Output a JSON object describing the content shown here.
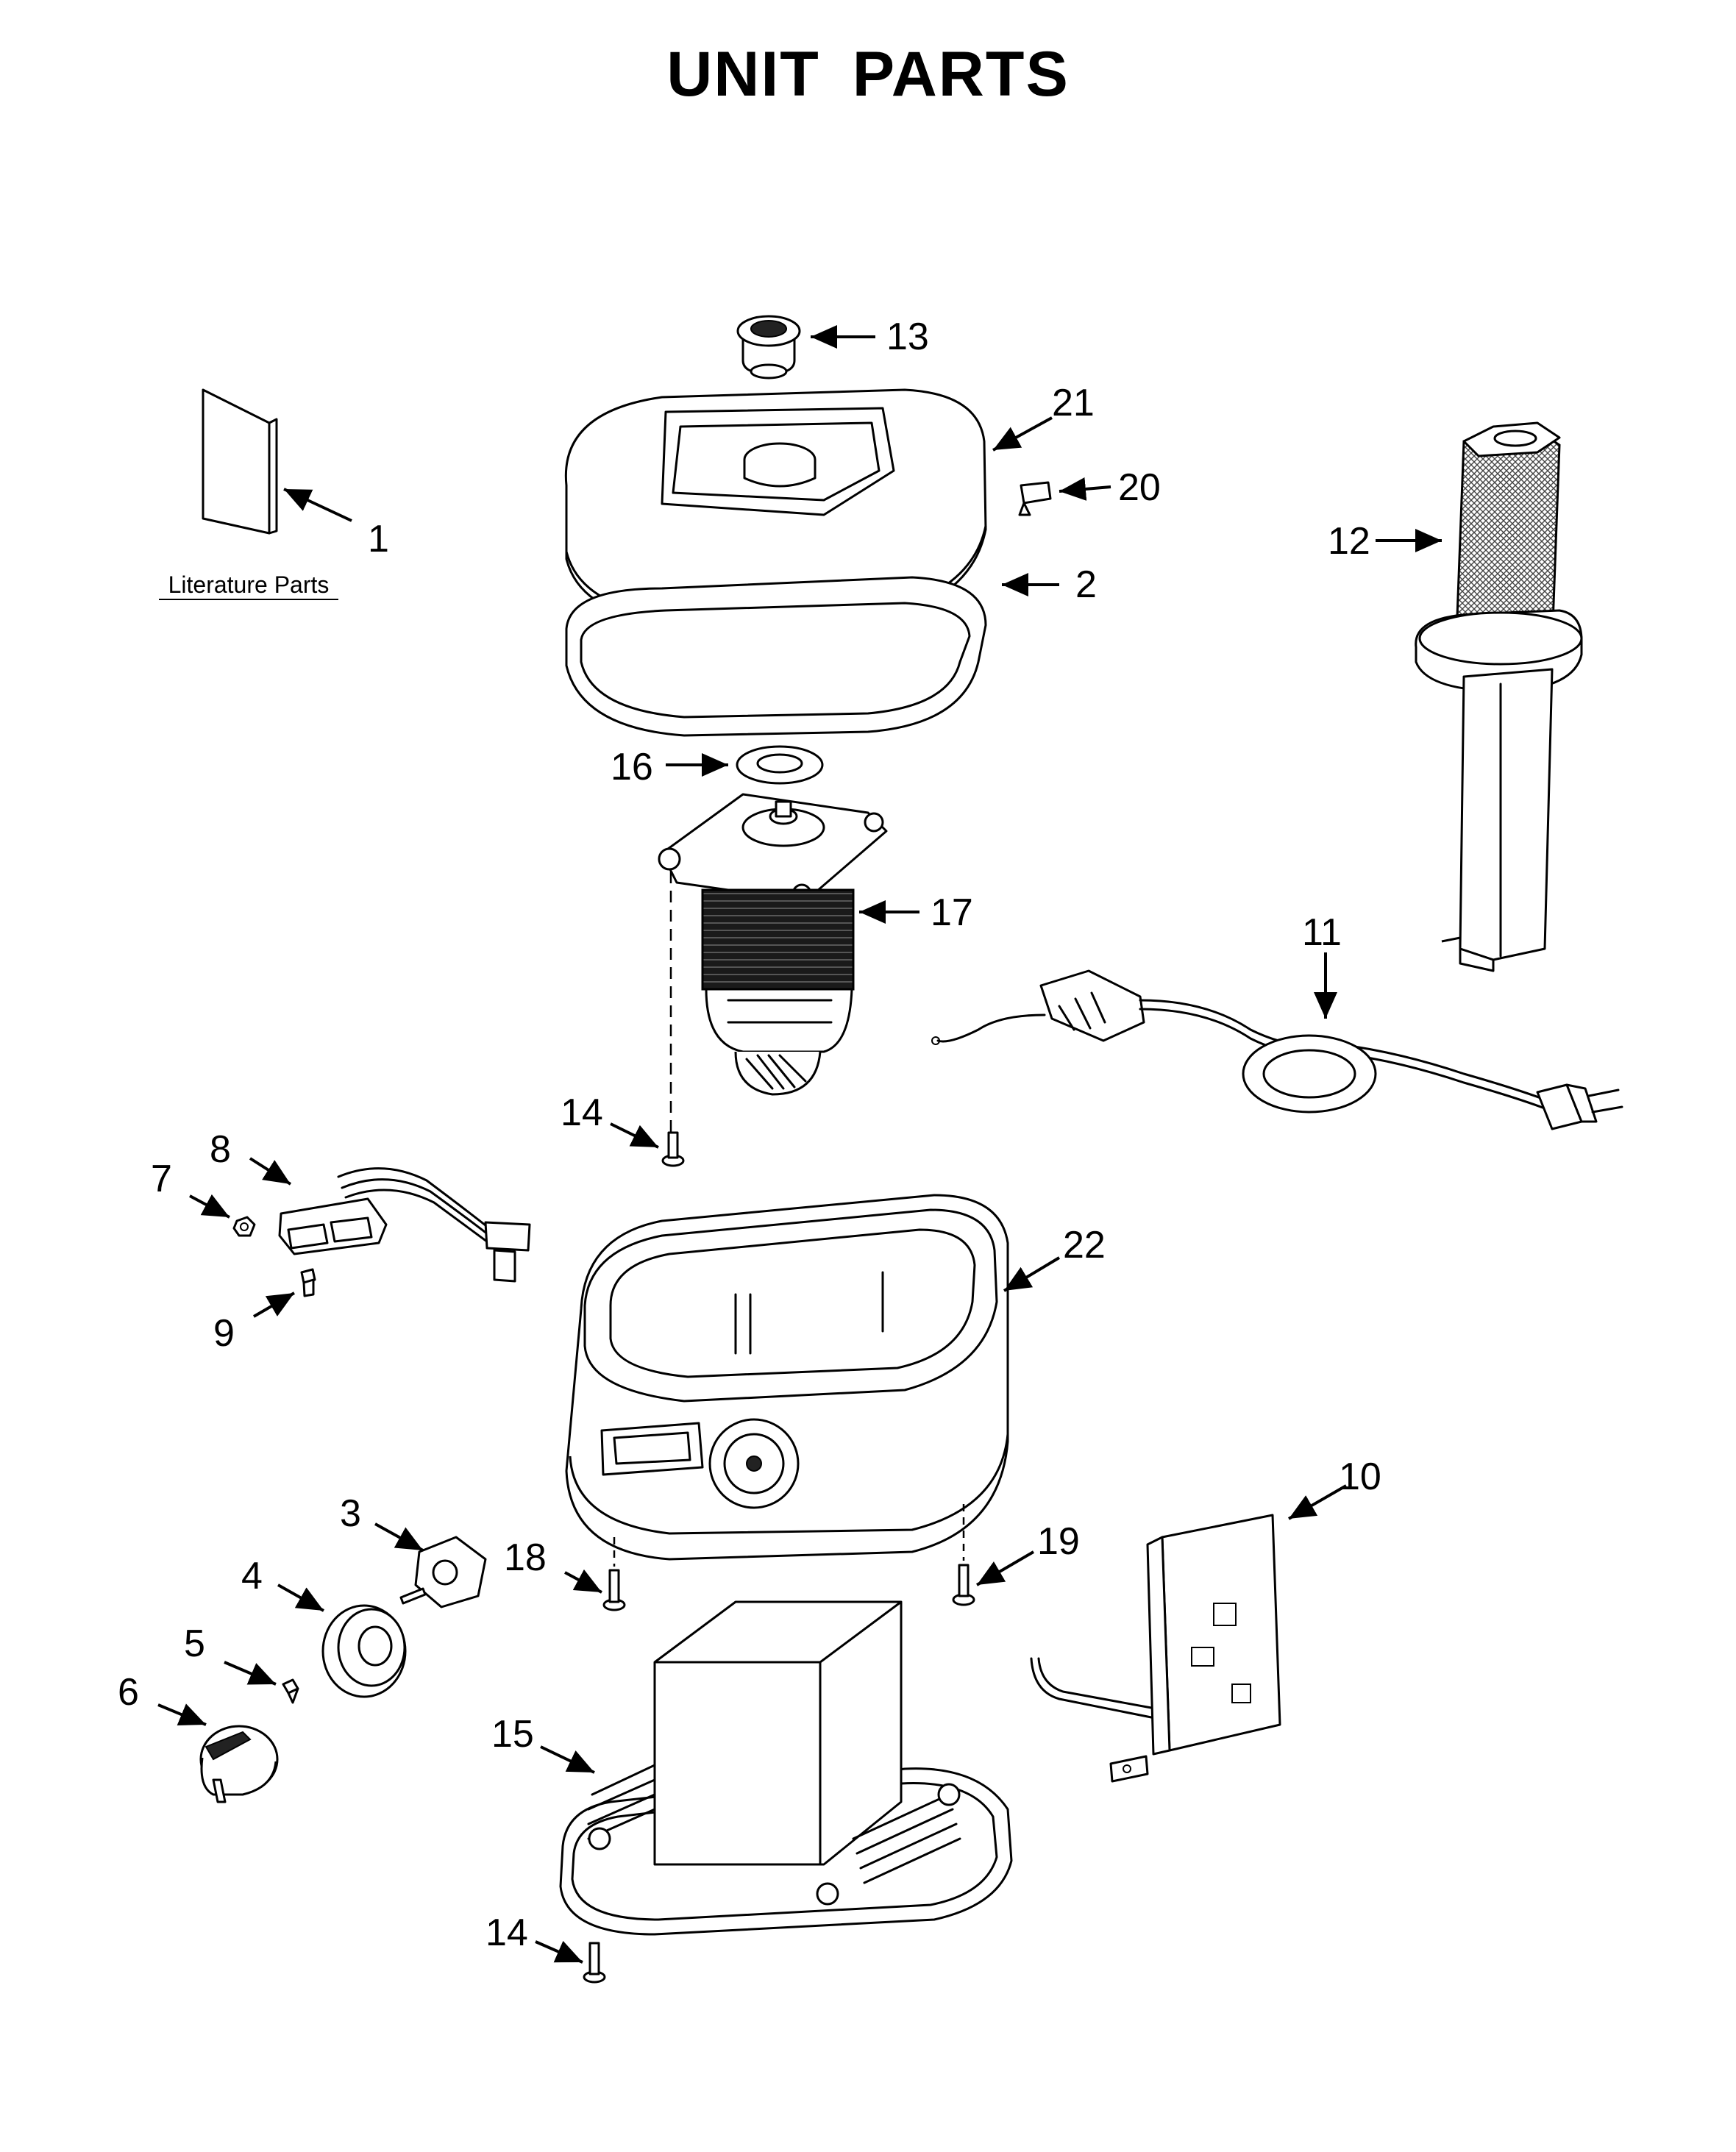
{
  "title": "UNIT PARTS",
  "literature_label": "Literature Parts",
  "callouts": {
    "c1": "1",
    "c2": "2",
    "c3": "3",
    "c4": "4",
    "c5": "5",
    "c6": "6",
    "c7": "7",
    "c8": "8",
    "c9": "9",
    "c10": "10",
    "c11": "11",
    "c12": "12",
    "c13": "13",
    "c14a": "14",
    "c14b": "14",
    "c15": "15",
    "c16": "16",
    "c17": "17",
    "c18": "18",
    "c19": "19",
    "c20": "20",
    "c21": "21",
    "c22": "22"
  },
  "icons": [
    "arrow-icon"
  ],
  "colors": {
    "line": "#000000",
    "background": "#ffffff"
  }
}
